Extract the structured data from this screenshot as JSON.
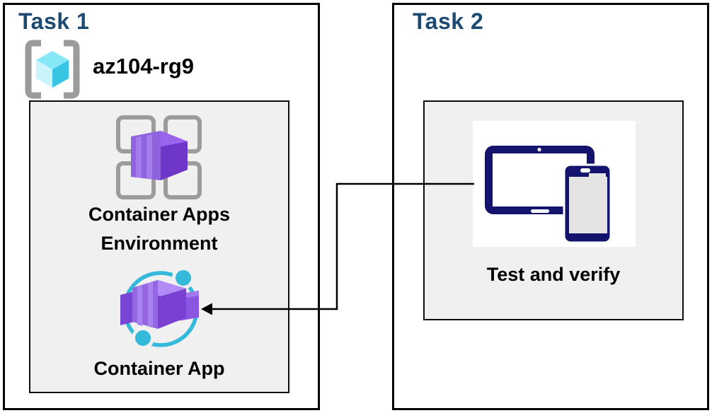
{
  "diagram": {
    "task1": {
      "title": "Task 1",
      "resource_group": {
        "name": "az104-rg9",
        "icon": "resource-group-icon"
      },
      "nodes": {
        "environment": {
          "label": "Container Apps Environment",
          "icon": "container-apps-environment-icon"
        },
        "app": {
          "label": "Container App",
          "icon": "container-app-icon"
        }
      }
    },
    "task2": {
      "title": "Task 2",
      "nodes": {
        "verify": {
          "label": "Test and verify",
          "icon": "devices-icon"
        }
      }
    },
    "connector": {
      "from": "Test and verify",
      "to": "Container App",
      "arrow_direction": "left"
    },
    "colors": {
      "title_blue": "#1B4A72",
      "container_purple": "#9466E2",
      "container_purple_dark": "#7038C8",
      "teal_accent": "#35B9DB",
      "cube_cyan": "#38C4E3",
      "device_navy": "#14146E",
      "panel_gray": "#F0F0F1",
      "bracket_gray": "#9B9B9B",
      "line_black": "#000000"
    }
  }
}
